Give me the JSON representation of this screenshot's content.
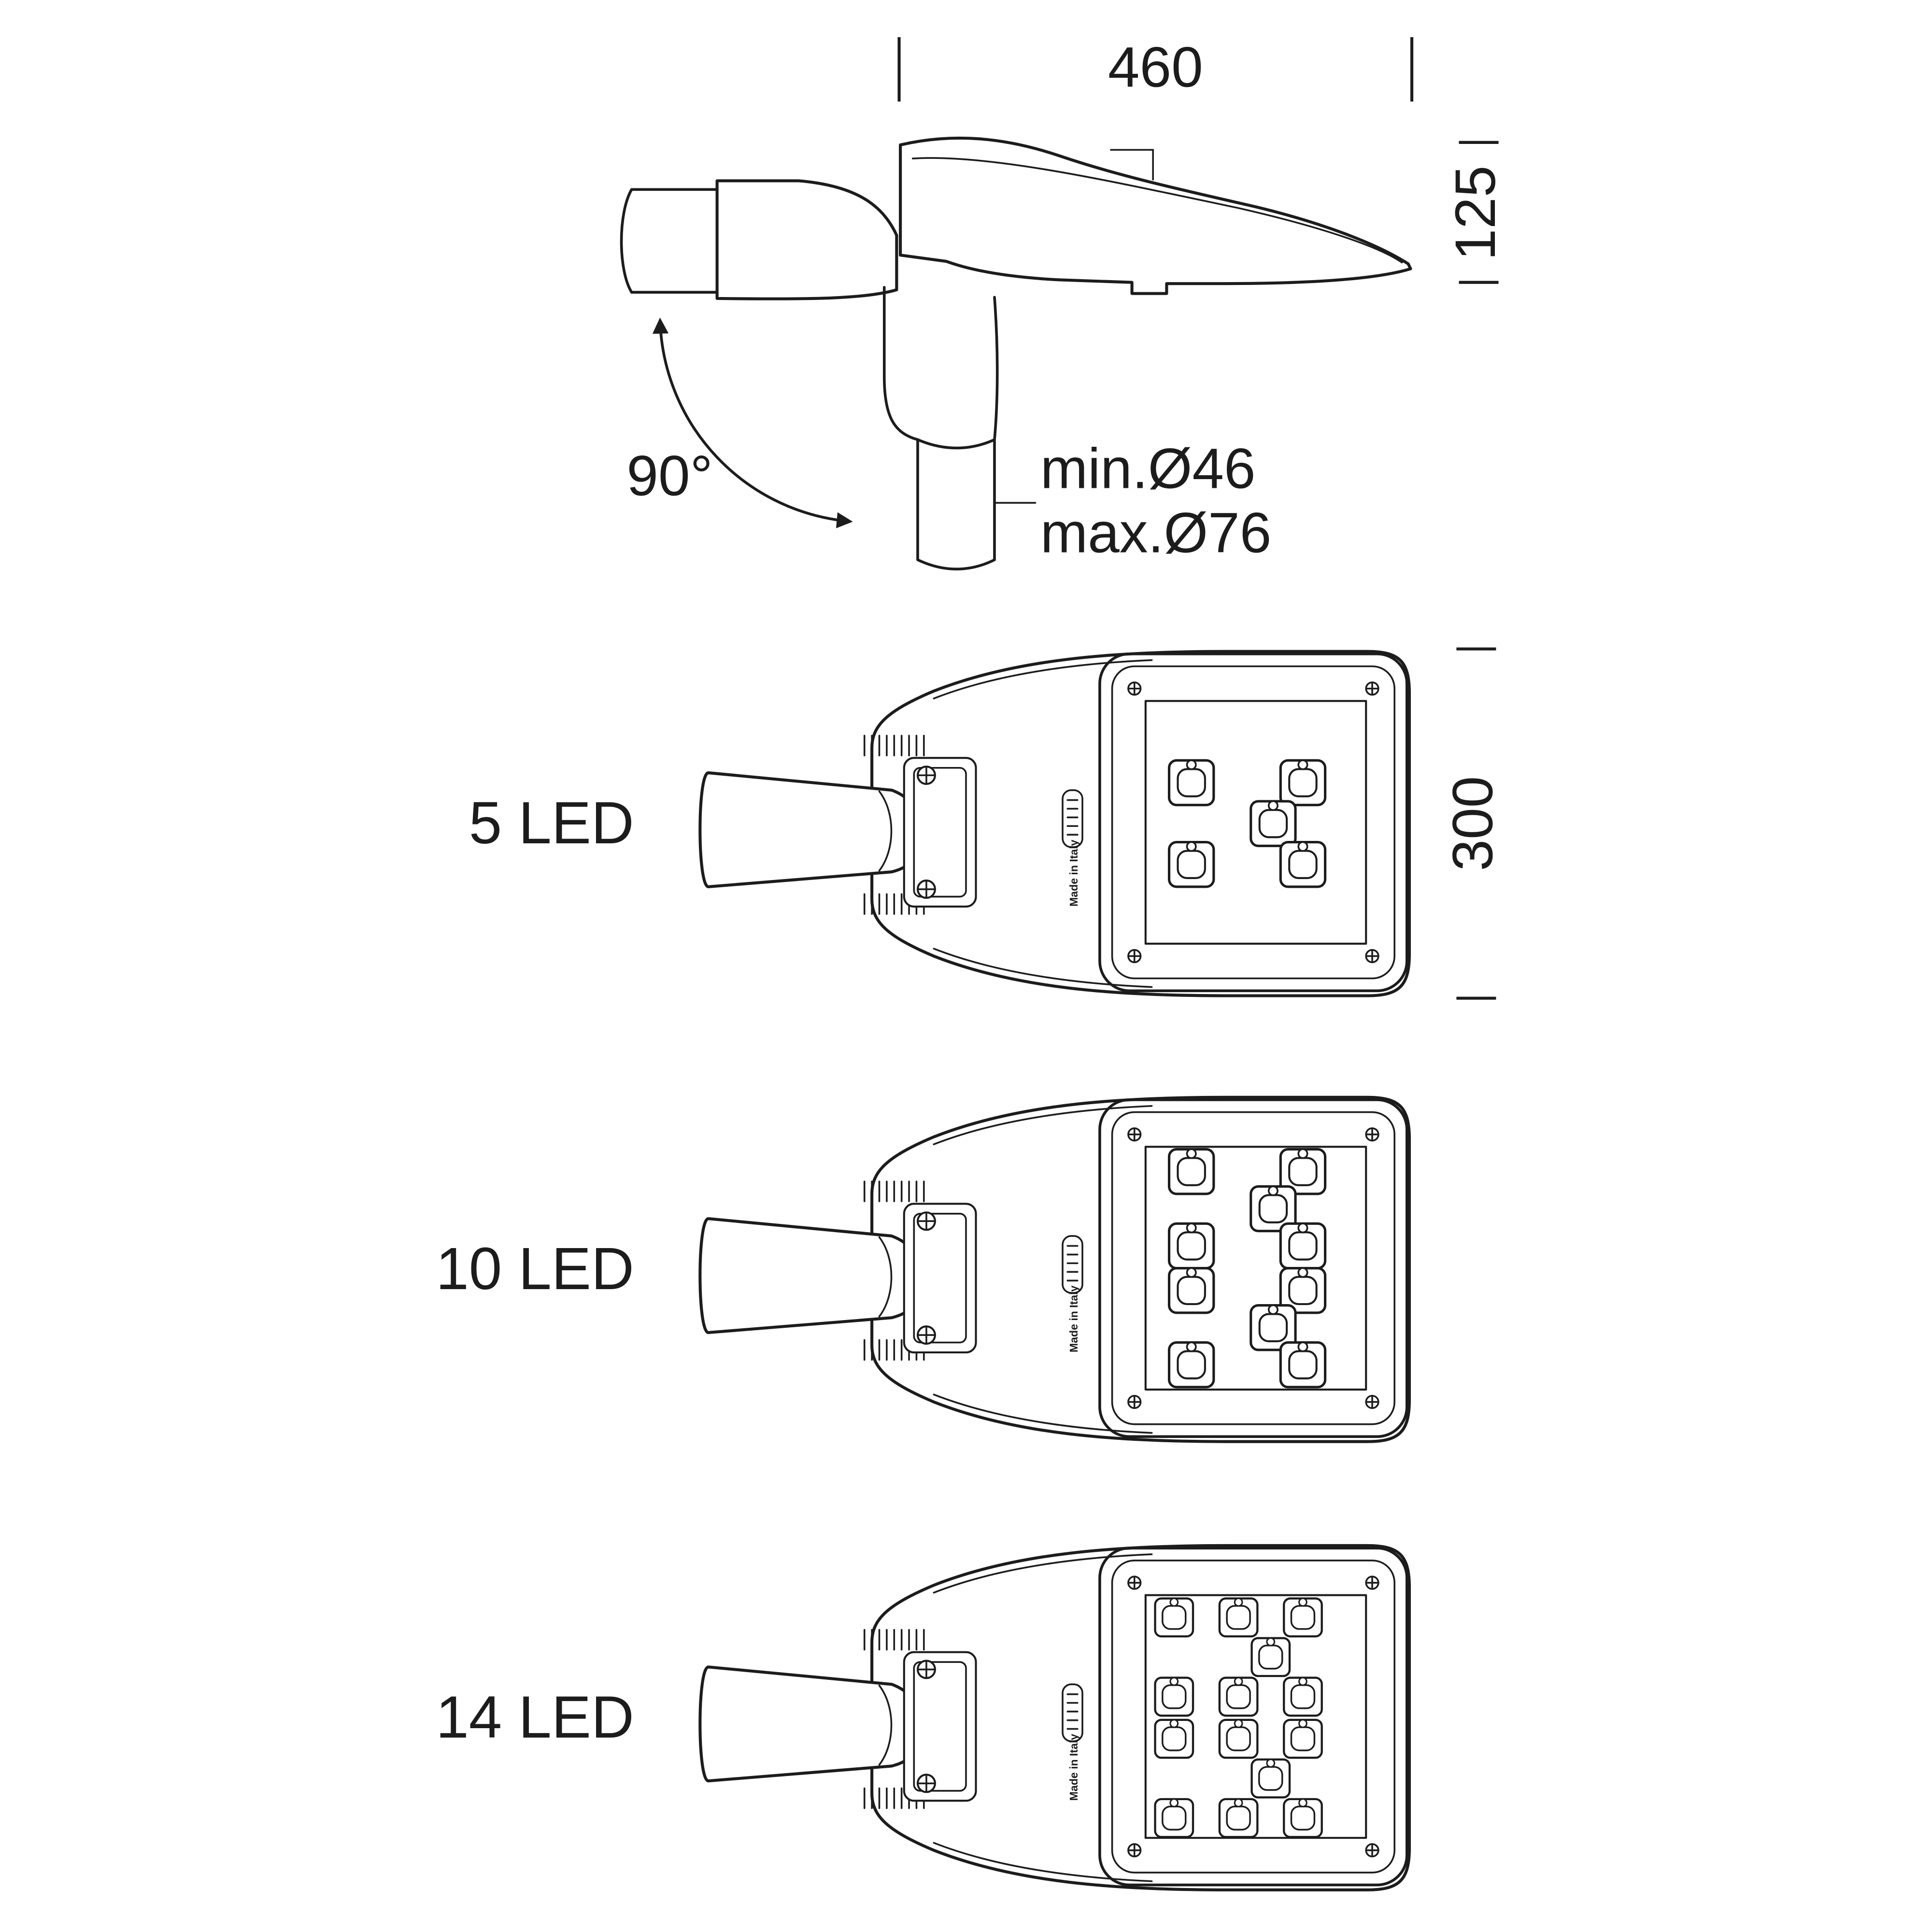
{
  "drawing": {
    "type": "luminaire-technical-drawing",
    "line_color": "#1c1c1c",
    "background": "#ffffff"
  },
  "side_view": {
    "width_dim": "460",
    "height_dim": "125",
    "rotation_label": "90°",
    "pole_min": "min.Ø46",
    "pole_max": "max.Ø76"
  },
  "top_views": [
    {
      "label": "5 LED"
    },
    {
      "label": "10 LED"
    },
    {
      "label": "14 LED"
    }
  ],
  "depth_dim": "300",
  "made_in": "Made in Italy"
}
